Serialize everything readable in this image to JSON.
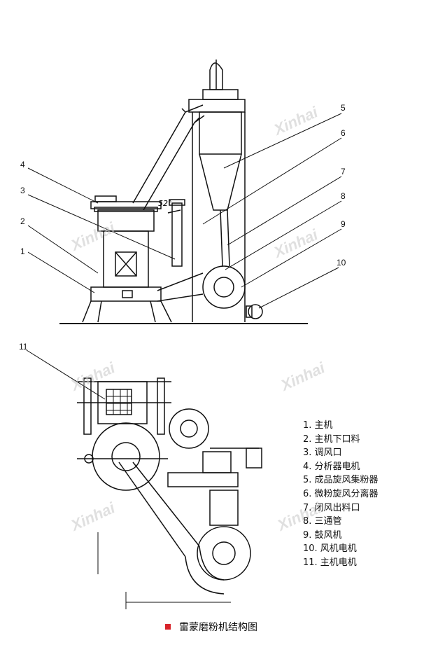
{
  "callouts": [
    "1",
    "2",
    "3",
    "4",
    "5",
    "6",
    "7",
    "8",
    "9",
    "10",
    "11"
  ],
  "angle_label": "52°",
  "legend": [
    "1. 主机",
    "2. 主机下口料",
    "3. 调风口",
    "4. 分析器电机",
    "5. 成品旋风集粉器",
    "6. 微粉旋风分离器",
    "7. 闭风出料口",
    "8. 三通管",
    "9. 鼓风机",
    "10. 风机电机",
    "11. 主机电机"
  ],
  "caption": "雷蒙磨粉机结构图",
  "watermark": "Xinhai",
  "caption_marker_color": "#d8232a"
}
